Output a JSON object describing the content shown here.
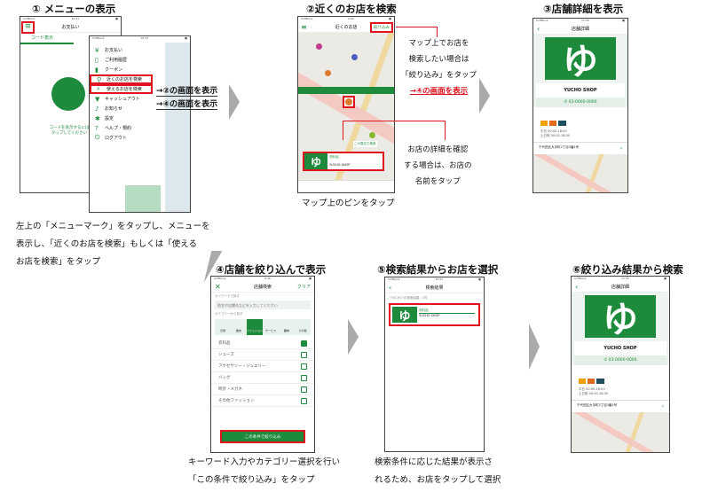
{
  "accent": "#1e8a3c",
  "highlight": "#e0141e",
  "step1": {
    "title": "① メニューの表示",
    "home_title": "お支払い",
    "tab_code": "コード表示",
    "code_hint": [
      "コードを表示するには",
      "タップしてください"
    ],
    "menu": [
      "お支払い",
      "ご利用履歴",
      "クーポン",
      "近くのお店を検索",
      "使えるお店を検索",
      "キャッシュアウト",
      "お知らせ",
      "設定",
      "ヘルプ・規約",
      "ログアウト"
    ],
    "menu_icons": [
      "yen-icon",
      "history-icon",
      "coupon-icon",
      "location-pin-icon",
      "search-icon",
      "cashout-icon",
      "bell-icon",
      "gear-icon",
      "help-icon",
      "logout-icon"
    ],
    "note_nearby": "→②の画面を表示",
    "note_usable": "→④の画面を表示",
    "caption": [
      "左上の「メニューマーク」をタップし、メニューを",
      "表示し、「近くのお店を検索」もしくは「使える",
      "お店を検索」をタップ"
    ]
  },
  "step2": {
    "title": "②近くのお店を検索",
    "nav_title": "近くのお店",
    "filter_btn": "絞り込み",
    "search_area": "この周辺で検索",
    "shop_category": "衣料品",
    "shop_name": "YUCHO SHOP",
    "note_filter": [
      "マップ上でお店を",
      "検索したい場合は",
      "「絞り込み」をタップ"
    ],
    "note_filter_link": "→④の画面を表示",
    "note_detail": [
      "お店の詳細を確認",
      "する場合は、お店の",
      "名前をタップ"
    ],
    "caption": "マップ上のピンをタップ"
  },
  "step3": {
    "title": "③店舗詳細を表示",
    "nav_title": "店舗詳細",
    "shop_name": "YUCHO SHOP",
    "phone": "03-0000-0000",
    "hours": [
      "平日 00:00-18:00",
      "土日祝 00:00-18:00"
    ],
    "address": "千代田区大手町2丁目3番1号"
  },
  "step4": {
    "title": "④店舗を絞り込んで表示",
    "nav_title": "店舗検索",
    "clear": "クリア",
    "keyword_label": "キーワードで探す",
    "keyword_placeholder": "地名や店舗名などを入力してください",
    "category_label": "カテゴリーから探す",
    "categories": [
      "日用",
      "飲食",
      "ファッション",
      "サービス",
      "趣味",
      "その他"
    ],
    "options": [
      {
        "label": "衣料品",
        "checked": true
      },
      {
        "label": "シューズ",
        "checked": false
      },
      {
        "label": "アクセサリー・ジュエリー",
        "checked": false
      },
      {
        "label": "バッグ",
        "checked": false
      },
      {
        "label": "時計・メガネ",
        "checked": false
      },
      {
        "label": "その他ファッション",
        "checked": false
      }
    ],
    "apply": "この条件で絞り込み",
    "caption": [
      "キーワード入力やカテゴリー選択を行い",
      "「この条件で絞り込み」をタップ"
    ]
  },
  "step5": {
    "title": "⑤検索結果からお店を選択",
    "nav_title": "検索結果",
    "result_count": "\"YUCHO\"の検索結果：1件",
    "shop_category": "衣料品",
    "shop_name": "YUCHO SHOP",
    "caption": [
      "検索条件に応じた結果が表示さ",
      "れるため、お店をタップして選択"
    ]
  },
  "step6": {
    "title": "⑥絞り込み結果から検索",
    "nav_title": "店舗詳細",
    "shop_name": "YUCHO SHOP",
    "phone": "03-0000-0000",
    "hours": [
      "平日 00:00-18:00",
      "土日祝 00:00-18:00"
    ],
    "address": "千代田区大手町2丁目3番1号"
  },
  "logo_glyph": "ゆ"
}
